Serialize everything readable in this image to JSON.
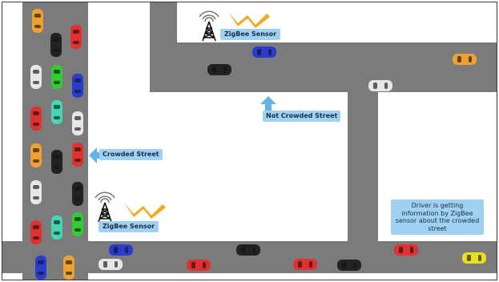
{
  "labels": {
    "sensor_top": "ZigBee Sensor",
    "sensor_bottom": "ZigBee Sensor",
    "not_crowded": "Not Crowded Street",
    "crowded": "Crowded Street",
    "note": "Driver is getting information by ZigBee sensor about the crowded street"
  },
  "colors": {
    "road": "#7b7b7b",
    "label_bg": "#9fd1f0",
    "arrow": "#66b3e6",
    "lightning": "#f2a91b",
    "tower": "#111111"
  },
  "cars": [
    {
      "color": "#f0a030",
      "orient": "v"
    },
    {
      "color": "#222222",
      "orient": "v"
    },
    {
      "color": "#e03030",
      "orient": "v"
    },
    {
      "color": "#e6e6e6",
      "orient": "v"
    },
    {
      "color": "#33cc33",
      "orient": "v"
    },
    {
      "color": "#2a3ccf",
      "orient": "v"
    },
    {
      "color": "#e03030",
      "orient": "v"
    },
    {
      "color": "#45d6b4",
      "orient": "v"
    },
    {
      "color": "#e6e6e6",
      "orient": "v"
    },
    {
      "color": "#f0a030",
      "orient": "v"
    },
    {
      "color": "#222222",
      "orient": "v"
    },
    {
      "color": "#e03030",
      "orient": "v"
    },
    {
      "color": "#e6e6e6",
      "orient": "v"
    },
    {
      "color": "#222222",
      "orient": "v"
    },
    {
      "color": "#e03030",
      "orient": "v"
    },
    {
      "color": "#45d6b4",
      "orient": "v"
    },
    {
      "color": "#33cc33",
      "orient": "v"
    },
    {
      "color": "#2a3ccf",
      "orient": "v"
    },
    {
      "color": "#f0a030",
      "orient": "v"
    },
    {
      "color": "#2a3ccf",
      "orient": "h"
    },
    {
      "color": "#f0a030",
      "orient": "h"
    },
    {
      "color": "#222222",
      "orient": "h"
    },
    {
      "color": "#e6e6e6",
      "orient": "h"
    },
    {
      "color": "#2a3ccf",
      "orient": "h"
    },
    {
      "color": "#e6e6e6",
      "orient": "h"
    },
    {
      "color": "#222222",
      "orient": "h"
    },
    {
      "color": "#e03030",
      "orient": "h"
    },
    {
      "color": "#e03030",
      "orient": "h"
    },
    {
      "color": "#222222",
      "orient": "h"
    },
    {
      "color": "#e03030",
      "orient": "h"
    },
    {
      "color": "#e8e020",
      "orient": "h"
    }
  ]
}
